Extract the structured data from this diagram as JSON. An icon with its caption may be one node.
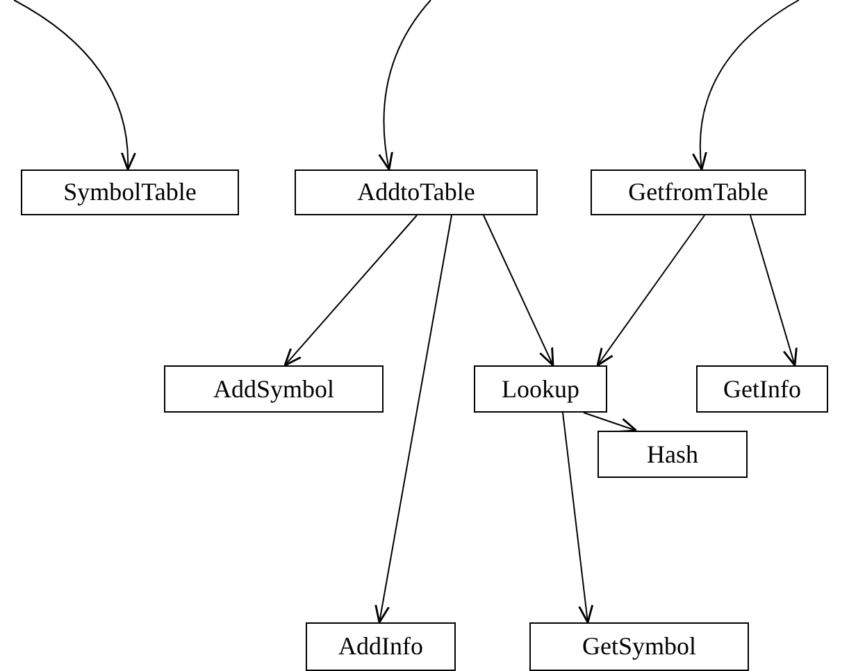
{
  "diagram": {
    "nodes": [
      {
        "text": [
          "SymbolTable"
        ]
      },
      {
        "text": [
          "AddtoTable"
        ]
      },
      {
        "text": [
          "GetfromTable"
        ]
      },
      {
        "text": [
          "AddSymbol"
        ]
      },
      {
        "text": [
          "Lookup"
        ]
      },
      {
        "text": [
          "GetInfo"
        ]
      },
      {
        "text": [
          "Hash"
        ]
      },
      {
        "text": [
          "AddInfo"
        ]
      },
      {
        "text": [
          "GetSymbol"
        ]
      }
    ],
    "edges": [
      {
        "from": null,
        "to": 0,
        "arrow": "to"
      },
      {
        "from": null,
        "to": 1,
        "arrow": "to"
      },
      {
        "from": null,
        "to": 2,
        "arrow": "to"
      },
      {
        "from": 1,
        "to": 3,
        "arrow": "to"
      },
      {
        "from": 1,
        "to": 4,
        "arrow": "to"
      },
      {
        "from": 1,
        "to": 7,
        "arrow": "to"
      },
      {
        "from": 2,
        "to": 4,
        "arrow": "to"
      },
      {
        "from": 2,
        "to": 5,
        "arrow": "to"
      },
      {
        "from": 4,
        "to": 6,
        "arrow": "to"
      },
      {
        "from": 4,
        "to": 8,
        "arrow": "to"
      }
    ]
  }
}
